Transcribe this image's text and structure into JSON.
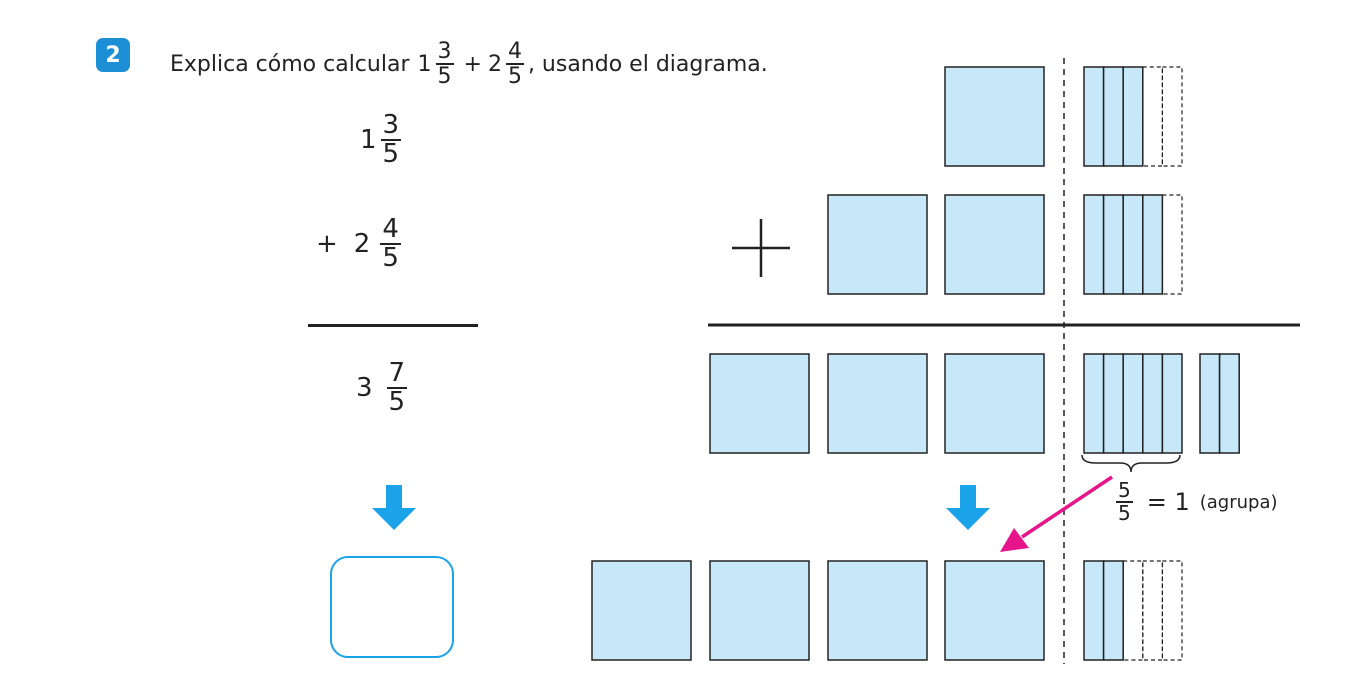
{
  "problem": {
    "number": "2",
    "text_before": "Explica cómo calcular",
    "term1": {
      "whole": "1",
      "num": "3",
      "den": "5"
    },
    "op": "+",
    "term2": {
      "whole": "2",
      "num": "4",
      "den": "5"
    },
    "text_after": ", usando el diagrama."
  },
  "calculation": {
    "line1": {
      "whole": "1",
      "num": "3",
      "den": "5"
    },
    "line2": {
      "op": "+",
      "whole": "2",
      "num": "4",
      "den": "5"
    },
    "result": {
      "whole": "3",
      "num": "7",
      "den": "5"
    }
  },
  "grouping_note": {
    "num": "5",
    "den": "5",
    "equals": "= 1",
    "label": "(agrupa)"
  },
  "colors": {
    "badge": "#1d8fd6",
    "arrow_blue": "#1aa3e8",
    "arrow_pink": "#e6158a",
    "square_fill": "#c6e8f8",
    "line": "#222222"
  }
}
